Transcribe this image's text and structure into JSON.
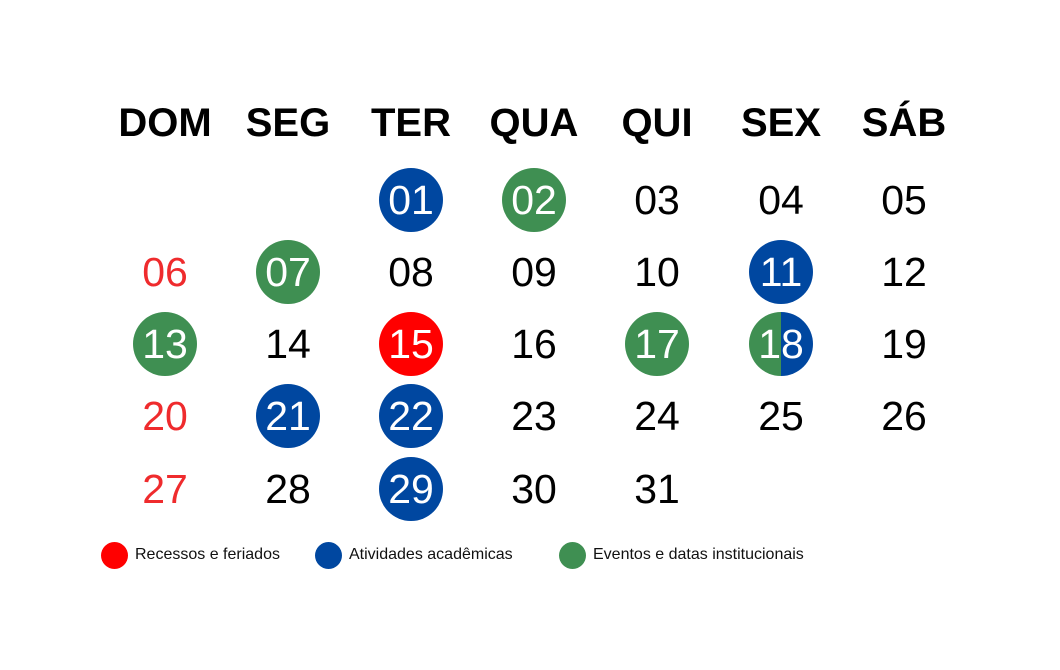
{
  "weekdays": [
    "DOM",
    "SEG",
    "TER",
    "QUA",
    "QUI",
    "SEX",
    "SÁB"
  ],
  "weeks": [
    [
      {
        "label": ""
      },
      {
        "label": ""
      },
      {
        "label": "01",
        "category": "academic"
      },
      {
        "label": "02",
        "category": "event"
      },
      {
        "label": "03"
      },
      {
        "label": "04"
      },
      {
        "label": "05"
      }
    ],
    [
      {
        "label": "06",
        "category": "sunday"
      },
      {
        "label": "07",
        "category": "event"
      },
      {
        "label": "08"
      },
      {
        "label": "09"
      },
      {
        "label": "10"
      },
      {
        "label": "11",
        "category": "academic"
      },
      {
        "label": "12"
      }
    ],
    [
      {
        "label": "13",
        "category": "event"
      },
      {
        "label": "14"
      },
      {
        "label": "15",
        "category": "recess"
      },
      {
        "label": "16"
      },
      {
        "label": "17",
        "category": "event"
      },
      {
        "label": "18",
        "category": "split"
      },
      {
        "label": "19"
      }
    ],
    [
      {
        "label": "20",
        "category": "sunday"
      },
      {
        "label": "21",
        "category": "academic"
      },
      {
        "label": "22",
        "category": "academic"
      },
      {
        "label": "23"
      },
      {
        "label": "24"
      },
      {
        "label": "25"
      },
      {
        "label": "26"
      }
    ],
    [
      {
        "label": "27",
        "category": "sunday"
      },
      {
        "label": "28"
      },
      {
        "label": "29",
        "category": "academic"
      },
      {
        "label": "30"
      },
      {
        "label": "31"
      },
      {
        "label": ""
      },
      {
        "label": ""
      }
    ]
  ],
  "legend": [
    {
      "label": "Recessos e feriados",
      "color": "#ff0000"
    },
    {
      "label": "Atividades acadêmicas",
      "color": "#0047a0"
    },
    {
      "label": "Eventos e datas institucionais",
      "color": "#3f8f52"
    }
  ],
  "colors": {
    "recess": "#ff0000",
    "academic": "#0047a0",
    "event": "#3f8f52",
    "sunday_text": "#ef2b2d"
  }
}
